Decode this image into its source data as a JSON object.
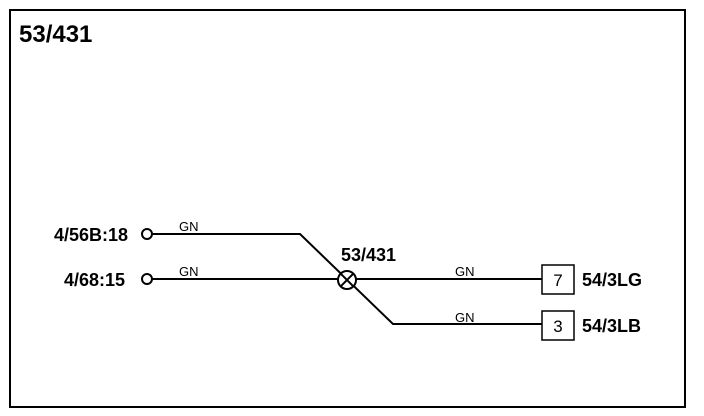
{
  "diagram": {
    "title": "53/431",
    "splice": {
      "label": "53/431"
    },
    "line_color": "#000000",
    "background": "#ffffff",
    "inputs": [
      {
        "label": "4/56B:18",
        "wire_color": "GN"
      },
      {
        "label": "4/68:15",
        "wire_color": "GN"
      }
    ],
    "outputs": [
      {
        "pin": "7",
        "label": "54/3LG",
        "wire_color": "GN"
      },
      {
        "pin": "3",
        "label": "54/3LB",
        "wire_color": "GN"
      }
    ]
  }
}
